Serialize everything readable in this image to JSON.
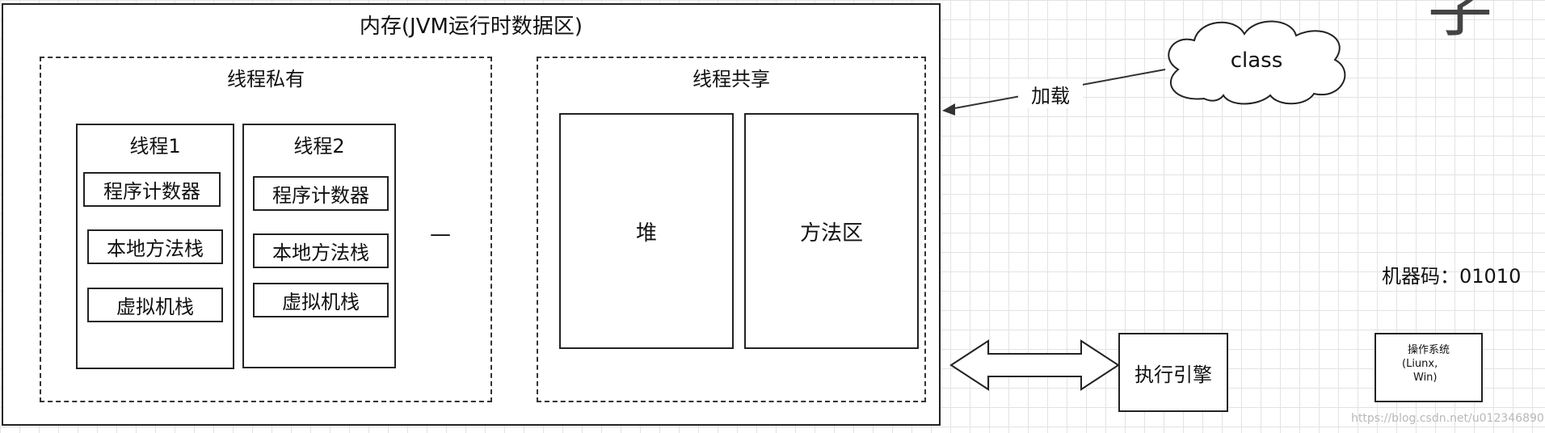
{
  "memory": {
    "title": "内存(JVM运行时数据区)",
    "private_title": "线程私有",
    "shared_title": "线程共享",
    "threads": [
      {
        "title": "线程1",
        "items": [
          "程序计数器",
          "本地方法栈",
          "虚拟机栈"
        ]
      },
      {
        "title": "线程2",
        "items": [
          "程序计数器",
          "本地方法栈",
          "虚拟机栈"
        ]
      }
    ],
    "ellipsis": "—",
    "heap": "堆",
    "method_area": "方法区"
  },
  "cloud": {
    "label": "class"
  },
  "load_label": "加载",
  "engine": "执行引擎",
  "machine_code": "机器码：01010",
  "os": {
    "line1": "操作系统",
    "line2": "(Liunx,",
    "line3": "Win)"
  },
  "top_right_glyph": "字",
  "watermark": "https://blog.csdn.net/u012346890"
}
